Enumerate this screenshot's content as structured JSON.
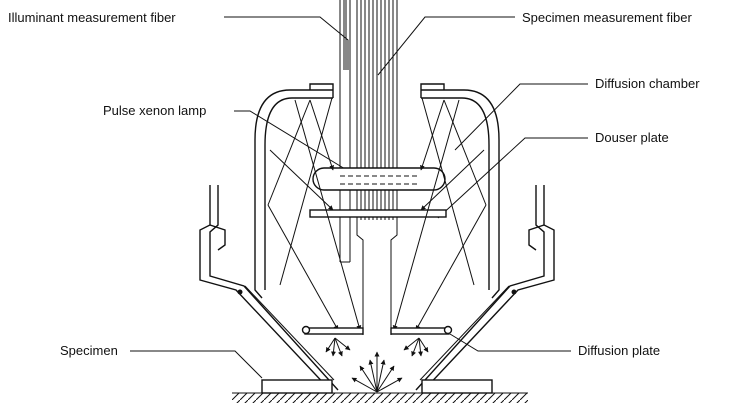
{
  "labels": {
    "illuminant_fiber": "Illuminant measurement fiber",
    "specimen_fiber": "Specimen measurement fiber",
    "diffusion_chamber": "Diffusion chamber",
    "pulse_xenon_lamp": "Pulse xenon lamp",
    "douser_plate": "Douser plate",
    "specimen": "Specimen",
    "diffusion_plate": "Diffusion plate"
  },
  "colors": {
    "line": "#111111",
    "background": "#ffffff"
  }
}
